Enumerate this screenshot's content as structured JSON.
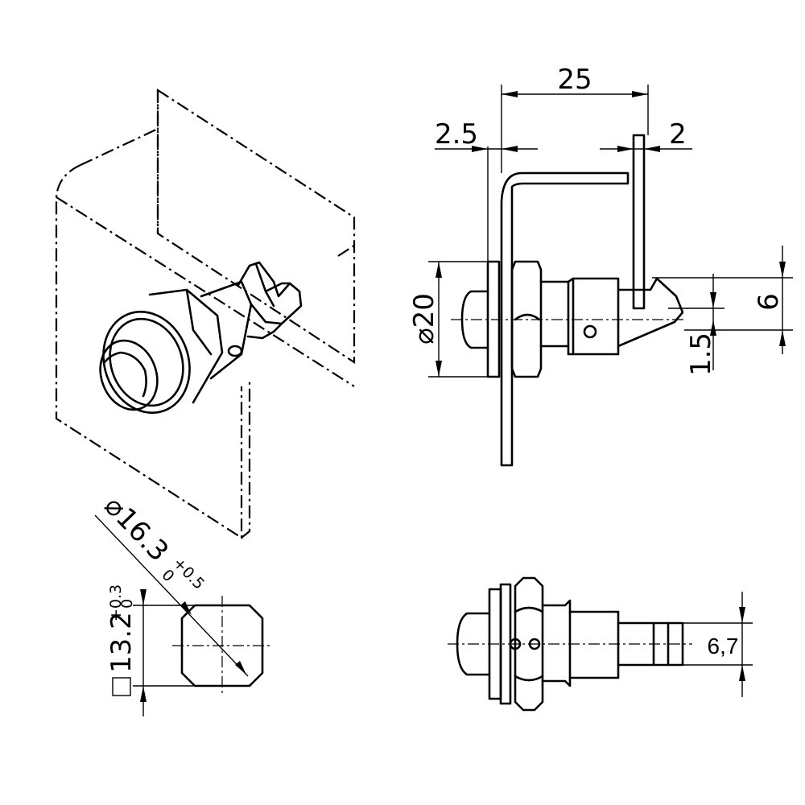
{
  "dimensions": {
    "overall_length": "25",
    "panel_offset": "2.5",
    "tongue_thickness": "2",
    "body_diameter": "⌀20",
    "tongue_height": "6",
    "tongue_offset": "1.5",
    "cutout_round": "⌀16.3",
    "cutout_round_tol_upper": "+0.5",
    "cutout_round_tol_lower": "0",
    "cutout_square_symbol": "□",
    "cutout_square": "13.2",
    "cutout_square_tol_upper": "+0.3",
    "cutout_square_tol_lower": "0",
    "shaft_flat": "6,7"
  }
}
